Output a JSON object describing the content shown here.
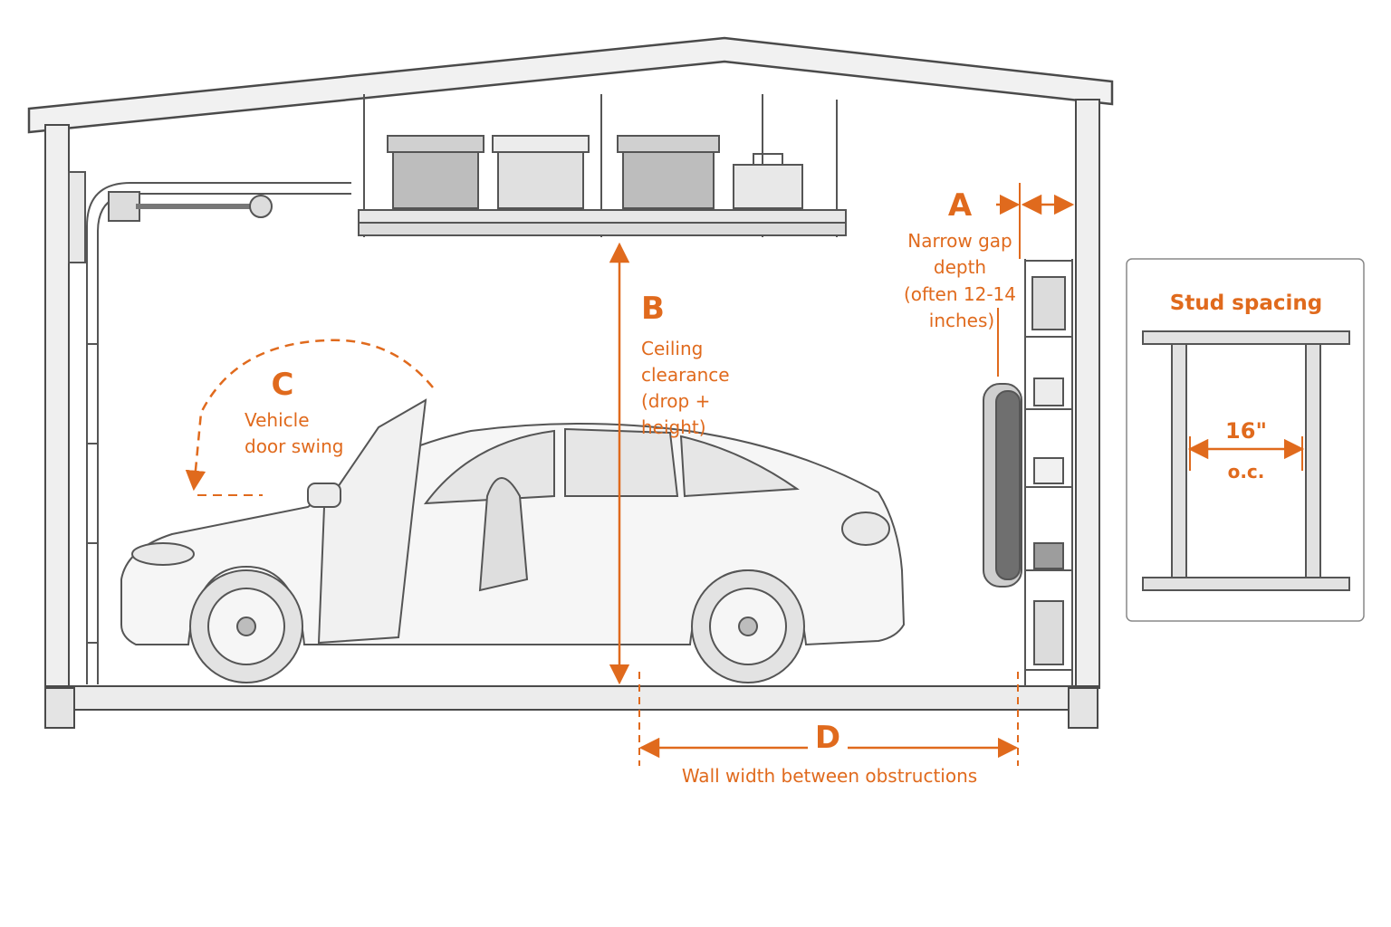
{
  "labels": {
    "a_letter": "A",
    "a_line1": "Narrow gap",
    "a_line2": "depth",
    "a_line3": "(often 12-14",
    "a_line4": "inches)",
    "b_letter": "B",
    "b_line1": "Ceiling",
    "b_line2": "clearance",
    "b_line3": "(drop +",
    "b_line4": "height)",
    "c_letter": "C",
    "c_line1": "Vehicle",
    "c_line2": "door swing",
    "d_letter": "D",
    "d_text": "Wall width between obstructions"
  },
  "inset": {
    "title": "Stud spacing",
    "value": "16\"",
    "unit": "o.c."
  },
  "colors": {
    "accent": "#e06a1d",
    "line": "#555555",
    "fill_light": "#f3f3f3",
    "fill_mid": "#d9d9d9"
  }
}
